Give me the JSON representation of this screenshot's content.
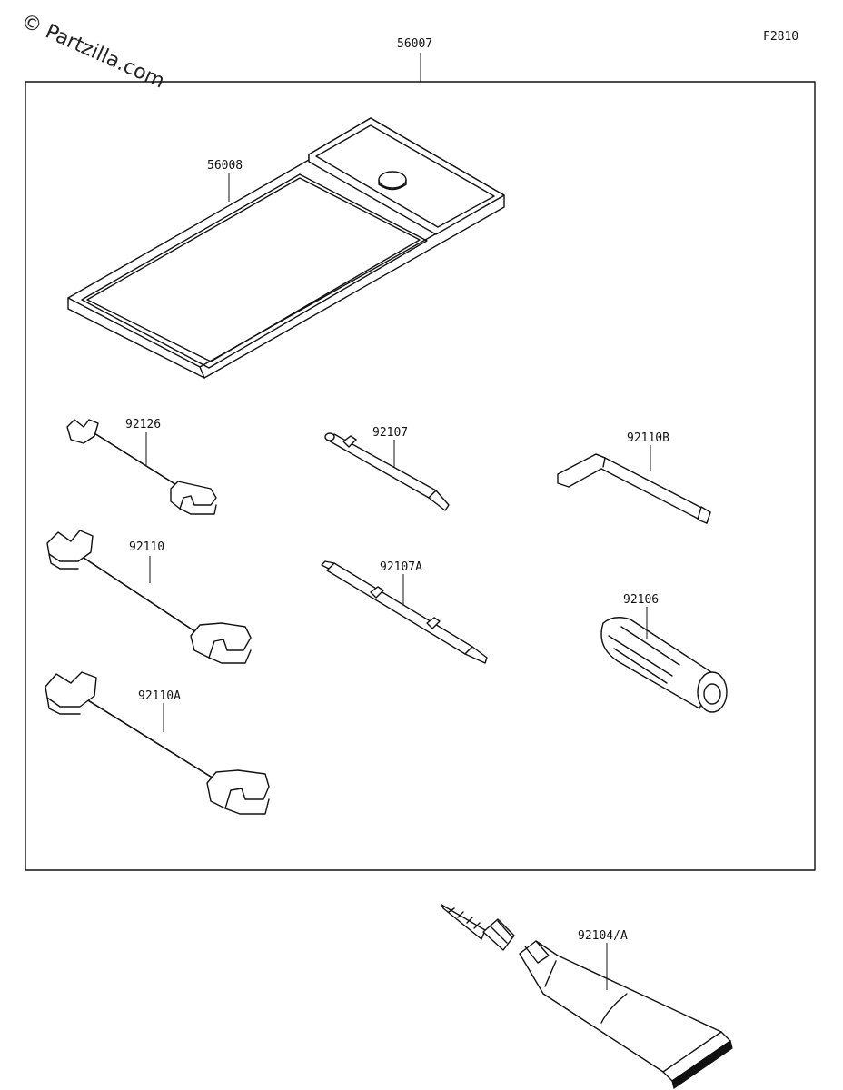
{
  "watermark": "© Partzilla.com",
  "figure_code": "F2810",
  "parts": {
    "kit": "56007",
    "case": "56008",
    "wrench_small": "92126",
    "wrench_medium": "92110",
    "wrench_large": "92110A",
    "screwdriver": "92107",
    "screwdriver_bit": "92107A",
    "hex_wrench": "92110B",
    "grip": "92106",
    "tube": "92104/A"
  }
}
